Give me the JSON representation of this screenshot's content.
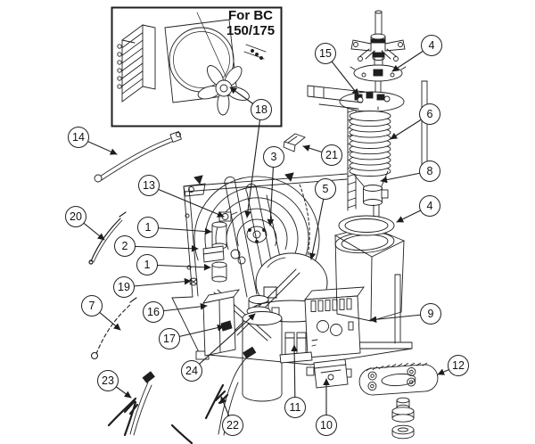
{
  "inset": {
    "title_line1": "For BC",
    "title_line2": "150/175"
  },
  "callouts": [
    {
      "label": "18"
    },
    {
      "label": "14"
    },
    {
      "label": "20"
    },
    {
      "label": "13"
    },
    {
      "label": "1"
    },
    {
      "label": "2"
    },
    {
      "label": "1"
    },
    {
      "label": "19"
    },
    {
      "label": "7"
    },
    {
      "label": "16"
    },
    {
      "label": "17"
    },
    {
      "label": "24"
    },
    {
      "label": "23"
    },
    {
      "label": "22"
    },
    {
      "label": "3"
    },
    {
      "label": "21"
    },
    {
      "label": "5"
    },
    {
      "label": "15"
    },
    {
      "label": "4"
    },
    {
      "label": "6"
    },
    {
      "label": "8"
    },
    {
      "label": "4"
    },
    {
      "label": "9"
    },
    {
      "label": "12"
    },
    {
      "label": "11"
    },
    {
      "label": "10"
    }
  ],
  "colors": {
    "ink": "#1f1f1f",
    "paper": "#ffffff"
  }
}
